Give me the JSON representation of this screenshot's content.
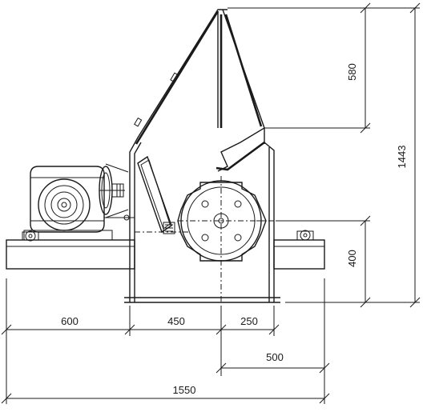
{
  "dimensions": {
    "feed_height": "580",
    "total_height": "1443",
    "shaft_height": "400",
    "motor_length": "600",
    "body_half_left": "450",
    "body_half_right": "250",
    "shaft_to_end": "500",
    "total_length": "1550"
  },
  "colors": {
    "line": "#1a1a1a",
    "background": "#ffffff"
  }
}
